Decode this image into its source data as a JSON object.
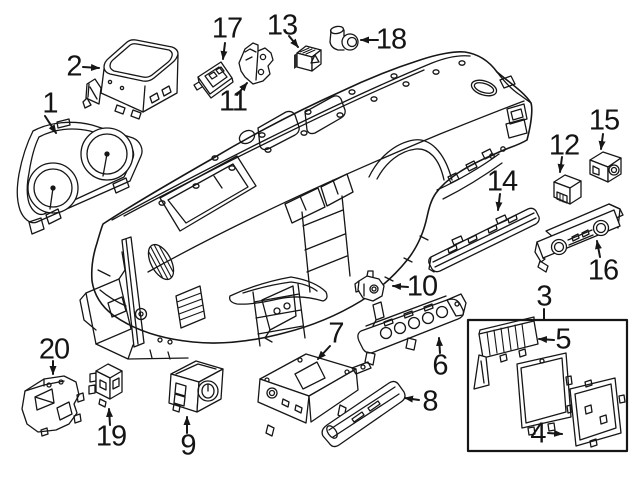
{
  "colors": {
    "ink": "#161616",
    "background": "#ffffff"
  },
  "diagram": {
    "callouts": [
      {
        "num": "1"
      },
      {
        "num": "2"
      },
      {
        "num": "3"
      },
      {
        "num": "4"
      },
      {
        "num": "5"
      },
      {
        "num": "6"
      },
      {
        "num": "7"
      },
      {
        "num": "8"
      },
      {
        "num": "9"
      },
      {
        "num": "10"
      },
      {
        "num": "11"
      },
      {
        "num": "12"
      },
      {
        "num": "13"
      },
      {
        "num": "14"
      },
      {
        "num": "15"
      },
      {
        "num": "16"
      },
      {
        "num": "17"
      },
      {
        "num": "18"
      },
      {
        "num": "19"
      },
      {
        "num": "20"
      }
    ]
  }
}
